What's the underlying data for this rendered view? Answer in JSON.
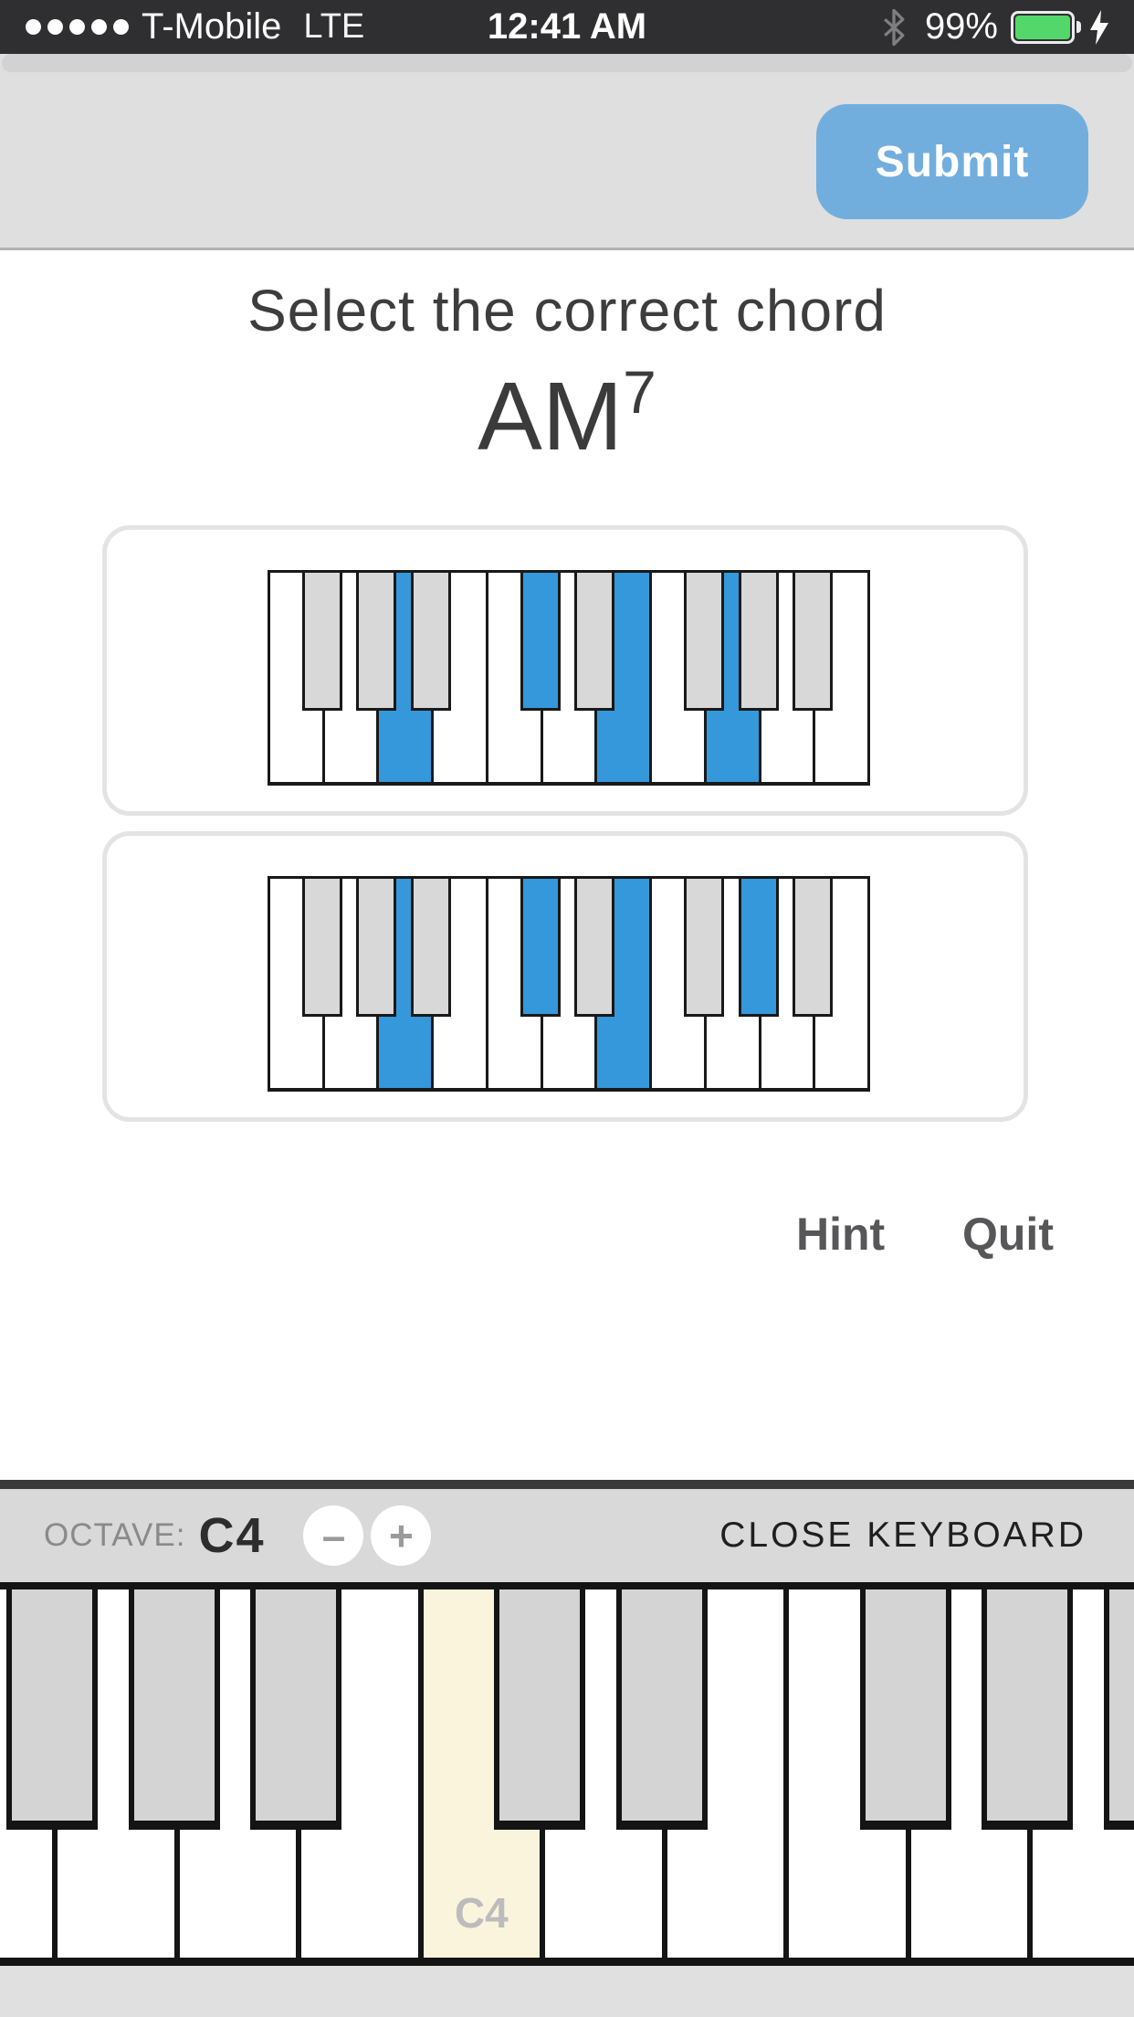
{
  "colors": {
    "selected_key_blue": "#3498db",
    "submit_blue": "#72aedd",
    "battery_green": "#53d76b",
    "highlight_cream": "#fbf4dc"
  },
  "status_bar": {
    "carrier": "T-Mobile",
    "network": "LTE",
    "time": "12:41 AM",
    "battery_percent": "99%",
    "signal_dots": 5
  },
  "header": {
    "submit_label": "Submit"
  },
  "question": {
    "prompt": "Select the correct chord",
    "chord_base": "AM",
    "chord_superscript": "7"
  },
  "options": [
    {
      "id": "option-1",
      "chord_tones": [
        "A",
        "C#",
        "E",
        "G"
      ],
      "keyboard": {
        "white_notes": [
          "F",
          "G",
          "A",
          "B",
          "C",
          "D",
          "E",
          "F",
          "G",
          "A",
          "B"
        ],
        "black_boundaries": [
          1,
          2,
          3,
          5,
          6,
          8,
          9,
          10
        ],
        "selected_white_indices": [
          2,
          6,
          8
        ],
        "selected_black_boundaries": [
          5
        ]
      }
    },
    {
      "id": "option-2",
      "chord_tones": [
        "A",
        "C#",
        "E",
        "G#"
      ],
      "keyboard": {
        "white_notes": [
          "F",
          "G",
          "A",
          "B",
          "C",
          "D",
          "E",
          "F",
          "G",
          "A",
          "B"
        ],
        "black_boundaries": [
          1,
          2,
          3,
          5,
          6,
          8,
          9,
          10
        ],
        "selected_white_indices": [
          2,
          6
        ],
        "selected_black_boundaries": [
          5,
          9
        ]
      }
    }
  ],
  "actions": {
    "hint_label": "Hint",
    "quit_label": "Quit"
  },
  "octave_bar": {
    "label": "OCTAVE:",
    "value": "C4",
    "decrement_label": "–",
    "increment_label": "+",
    "close_label": "CLOSE KEYBOARD"
  },
  "bottom_keyboard": {
    "white_notes": [
      "F3",
      "G3",
      "A3",
      "B3",
      "C4",
      "D4",
      "E4",
      "F4",
      "G4",
      "A4"
    ],
    "black_boundaries": [
      1,
      2,
      3,
      5,
      6,
      8,
      9,
      10
    ],
    "highlighted_index": 4,
    "highlighted_label": "C4"
  }
}
